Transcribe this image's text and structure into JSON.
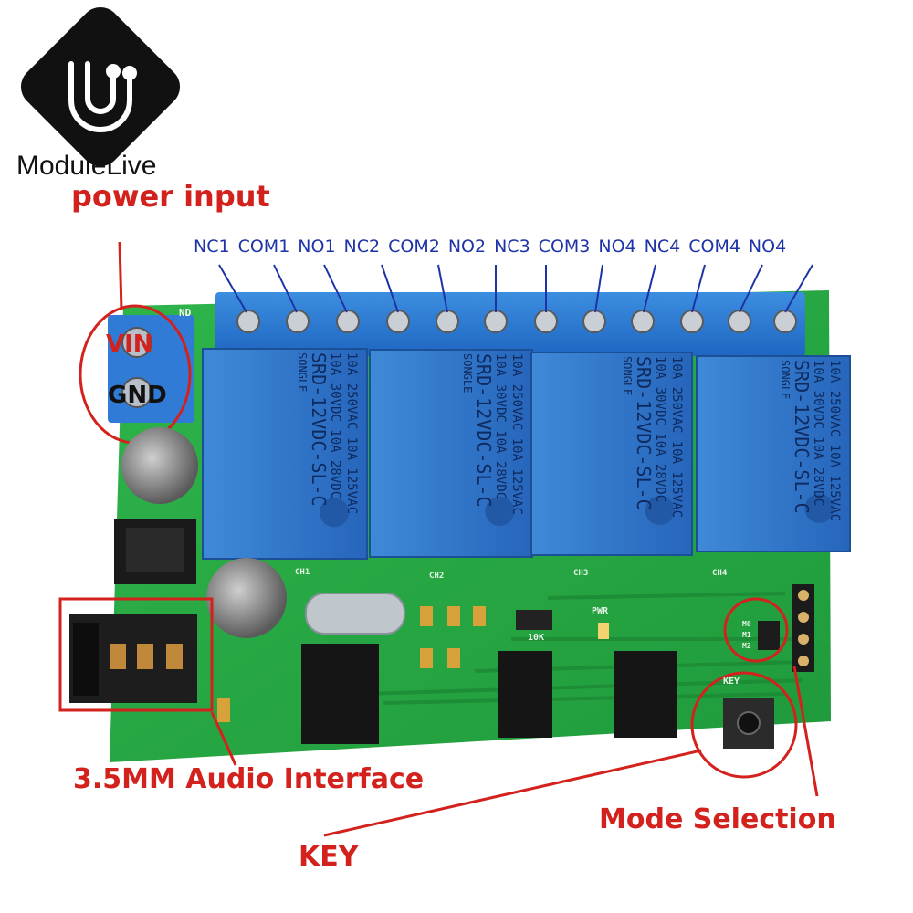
{
  "brand": {
    "name_part1": "Module",
    "name_part2": "Live"
  },
  "labels": {
    "power_input": "power input",
    "vin": "VIN",
    "gnd": "GND",
    "audio_interface": "3.5MM Audio Interface",
    "mode_selection": "Mode Selection",
    "key": "KEY"
  },
  "terminals": [
    "NC1",
    "COM1",
    "NO1",
    "NC2",
    "COM2",
    "NO2",
    "NC3",
    "COM3",
    "NO4",
    "NC4",
    "COM4",
    "NO4"
  ],
  "relay": {
    "model": "SRD-12VDC-SL-C",
    "brand": "SONGLE",
    "rating_line1": "10A 250VAC   10A 125VAC",
    "rating_line2": "10A 30VDC   10A 28VDC"
  },
  "pcb": {
    "ch1": "CH1",
    "ch2": "CH2",
    "ch3": "CH3",
    "ch4": "CH4",
    "pwr": "PWR",
    "key_silk": "KEY",
    "res": "10K",
    "m0": "M0",
    "m1": "M1",
    "m2": "M2",
    "gnd_silk": "ND"
  },
  "colors": {
    "label_red": "#d3211d",
    "label_blue": "#1d33a6",
    "pcb_green": "#27a844",
    "relay_blue": "#2b71c7"
  }
}
